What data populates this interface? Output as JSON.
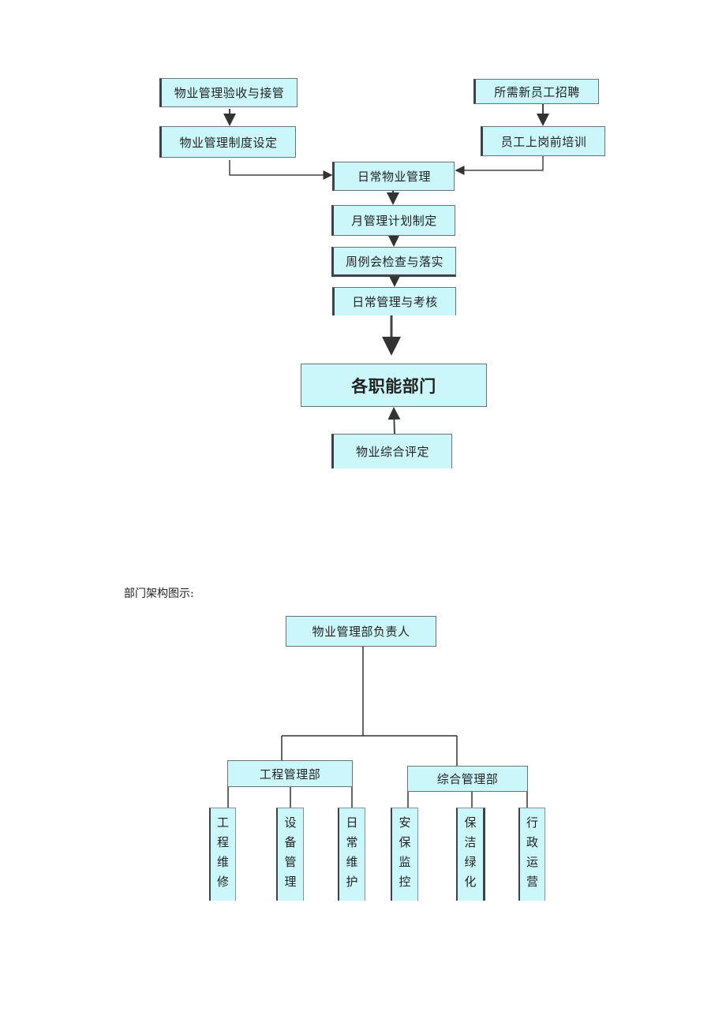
{
  "flowchart": {
    "acceptance": "物业管理验收与接管",
    "system_setup": "物业管理制度设定",
    "recruitment": "所需新员工招聘",
    "training": "员工上岗前培训",
    "daily_management": "日常物业管理",
    "monthly_plan": "月管理计划制定",
    "weekly_meeting": "周例会检查与落实",
    "daily_assessment": "日常管理与考核",
    "departments": "各职能部门",
    "evaluation": "物业综合评定"
  },
  "org_chart": {
    "caption": "部门架构图示:",
    "head": "物业管理部负责人",
    "engineering": {
      "name": "工程管理部",
      "units": [
        "工程维修",
        "设备管理",
        "日常维护"
      ]
    },
    "general": {
      "name": "综合管理部",
      "units": [
        "安保监控",
        "保洁绿化",
        "行政运营"
      ]
    }
  }
}
